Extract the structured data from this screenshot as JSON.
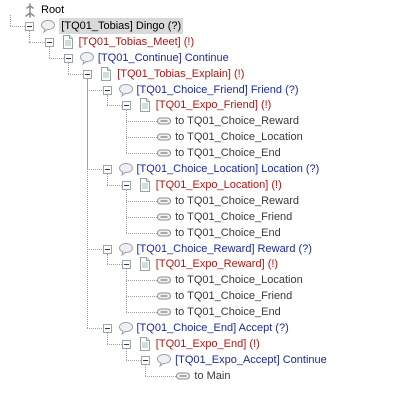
{
  "tree": {
    "nodes": [
      {
        "id": "n0",
        "type": "root",
        "label": "Root",
        "depth": 0,
        "icon": "root-icon",
        "expanded": true
      },
      {
        "id": "n1",
        "type": "npc",
        "label": "[TQ01_Tobias] Dingo (?)",
        "depth": 1,
        "icon": "speech-bubble-icon",
        "expanded": true,
        "selected": true
      },
      {
        "id": "n2",
        "type": "page",
        "label": "[TQ01_Tobias_Meet] (!)",
        "depth": 2,
        "icon": "page-icon",
        "expanded": true
      },
      {
        "id": "n3",
        "type": "player",
        "label": "[TQ01_Continue] Continue",
        "depth": 3,
        "icon": "speech-bubble-icon",
        "expanded": true
      },
      {
        "id": "n4",
        "type": "page",
        "label": "[TQ01_Tobias_Explain] (!)",
        "depth": 4,
        "icon": "page-icon",
        "expanded": true
      },
      {
        "id": "n5",
        "type": "player",
        "label": "[TQ01_Choice_Friend] Friend (?)",
        "depth": 5,
        "icon": "speech-bubble-icon",
        "expanded": true
      },
      {
        "id": "n6",
        "type": "page",
        "label": "[TQ01_Expo_Friend] (!)",
        "depth": 6,
        "icon": "page-icon",
        "expanded": true
      },
      {
        "id": "n7",
        "type": "link",
        "label": "to TQ01_Choice_Reward",
        "depth": 7,
        "icon": "link-icon"
      },
      {
        "id": "n8",
        "type": "link",
        "label": "to TQ01_Choice_Location",
        "depth": 7,
        "icon": "link-icon"
      },
      {
        "id": "n9",
        "type": "link",
        "label": "to TQ01_Choice_End",
        "depth": 7,
        "icon": "link-icon"
      },
      {
        "id": "n10",
        "type": "player",
        "label": "[TQ01_Choice_Location] Location (?)",
        "depth": 5,
        "icon": "speech-bubble-icon",
        "expanded": true
      },
      {
        "id": "n11",
        "type": "page",
        "label": "[TQ01_Expo_Location] (!)",
        "depth": 6,
        "icon": "page-icon",
        "expanded": true
      },
      {
        "id": "n12",
        "type": "link",
        "label": "to TQ01_Choice_Reward",
        "depth": 7,
        "icon": "link-icon"
      },
      {
        "id": "n13",
        "type": "link",
        "label": "to TQ01_Choice_Friend",
        "depth": 7,
        "icon": "link-icon"
      },
      {
        "id": "n14",
        "type": "link",
        "label": "to TQ01_Choice_End",
        "depth": 7,
        "icon": "link-icon"
      },
      {
        "id": "n15",
        "type": "player",
        "label": "[TQ01_Choice_Reward] Reward (?)",
        "depth": 5,
        "icon": "speech-bubble-icon",
        "expanded": true
      },
      {
        "id": "n16",
        "type": "page",
        "label": "[TQ01_Expo_Reward] (!)",
        "depth": 6,
        "icon": "page-icon",
        "expanded": true
      },
      {
        "id": "n17",
        "type": "link",
        "label": "to TQ01_Choice_Location",
        "depth": 7,
        "icon": "link-icon"
      },
      {
        "id": "n18",
        "type": "link",
        "label": "to TQ01_Choice_Friend",
        "depth": 7,
        "icon": "link-icon"
      },
      {
        "id": "n19",
        "type": "link",
        "label": "to TQ01_Choice_End",
        "depth": 7,
        "icon": "link-icon"
      },
      {
        "id": "n20",
        "type": "player",
        "label": "[TQ01_Choice_End] Accept (?)",
        "depth": 5,
        "icon": "speech-bubble-icon",
        "expanded": true
      },
      {
        "id": "n21",
        "type": "page",
        "label": "[TQ01_Expo_End] (!)",
        "depth": 6,
        "icon": "page-icon",
        "expanded": true
      },
      {
        "id": "n22",
        "type": "player",
        "label": "[TQ01_Expo_Accept] Continue",
        "depth": 7,
        "icon": "speech-bubble-icon",
        "expanded": true
      },
      {
        "id": "n23",
        "type": "link",
        "label": "to Main",
        "depth": 8,
        "icon": "link-icon"
      }
    ]
  },
  "colors": {
    "npc": "#000000",
    "player": "#1c2a9c",
    "page": "#b01515",
    "link": "#3a3a3a",
    "selected_bg": "#d9d9d9",
    "tree_lines": "#a0a0a0"
  }
}
